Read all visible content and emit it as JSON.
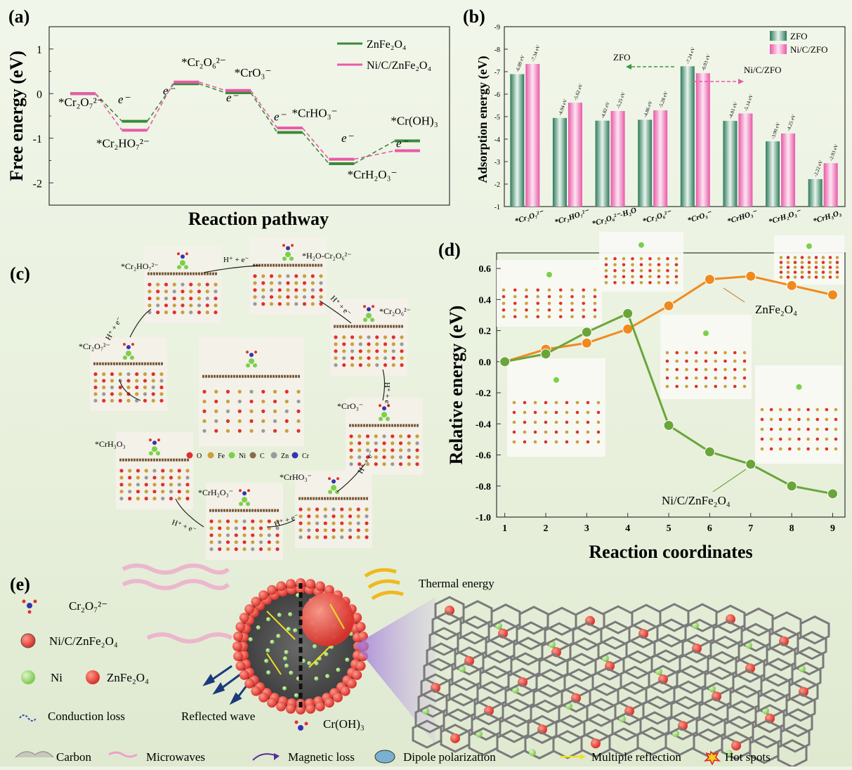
{
  "panel_a": {
    "label": "(a)",
    "legend": [
      {
        "name": "ZnFe₂O₄",
        "color": "#3a8a3a"
      },
      {
        "name": "Ni/C/ZnFe₂O₄",
        "color": "#e85aa8"
      }
    ],
    "state_labels": [
      "*Cr₂O₇²⁻",
      "*Cr₂HO₇²⁻",
      "*Cr₂O₆²⁻",
      "*CrO₃⁻",
      "*CrHO₃⁻",
      "*CrH₂O₃⁻",
      "*Cr(OH)₃"
    ],
    "electron_label": "e⁻"
  },
  "panel_b": {
    "label": "(b)",
    "zfo_callout": "ZFO",
    "nczfo_callout": "Ni/C/ZFO"
  },
  "panel_c": {
    "label": "(c)",
    "intermediates": [
      "*Cr₂O₇²⁻",
      "*Cr₂HO₇²⁻",
      "*H₂O-Cr₂O₆²⁻",
      "*Cr₂O₆²⁻",
      "*CrO₃⁻",
      "*CrHO₃⁻",
      "*CrH₂O₃⁻",
      "*CrH₃O₃"
    ],
    "step_label": "H⁺ + e⁻",
    "atom_legend": [
      {
        "symbol": "O",
        "color": "#e0302e"
      },
      {
        "symbol": "Fe",
        "color": "#c9a03a"
      },
      {
        "symbol": "Ni",
        "color": "#7ccf4a"
      },
      {
        "symbol": "C",
        "color": "#8a6a4a"
      },
      {
        "symbol": "Zn",
        "color": "#9a9a9a"
      },
      {
        "symbol": "Cr",
        "color": "#3434b0"
      }
    ]
  },
  "panel_d": {
    "label": "(d)",
    "zfo_label": "ZnFe₂O₄",
    "nczfo_label": "Ni/C/ZnFe₂O₄"
  },
  "panel_e": {
    "label": "(e)",
    "legend_left": {
      "cr2o7": "Cr₂O₇²⁻",
      "ncz": "Ni/C/ZnFe₂O₄",
      "ni": "Ni",
      "znfe": "ZnFe₂O₄",
      "conduction": "Conduction loss",
      "reflected": "Reflected wave",
      "croh": "Cr(OH)₃",
      "thermal": "Thermal energy"
    },
    "bottom_legend": [
      "Carbon",
      "Microwaves",
      "Magnetic loss",
      "Dipole polarization",
      "Multiple reflection",
      "Hot spots"
    ]
  },
  "chart_data": [
    {
      "type": "line",
      "panel": "a",
      "xlabel": "Reaction pathway",
      "ylabel": "Free energy (eV)",
      "ylim": [
        -2.5,
        1.5
      ],
      "yticks": [
        -2,
        -1,
        0,
        1
      ],
      "categories": [
        "*Cr₂O₇²⁻",
        "*Cr₂HO₇²⁻",
        "*Cr₂O₆²⁻",
        "*CrO₃⁻",
        "*CrHO₃⁻",
        "*CrH₂O₃⁻",
        "*Cr(OH)₃"
      ],
      "series": [
        {
          "name": "ZnFe₂O₄",
          "color": "#3a8a3a",
          "values": [
            0.0,
            -0.62,
            0.22,
            0.02,
            -0.87,
            -1.57,
            -1.06
          ]
        },
        {
          "name": "Ni/C/ZnFe₂O₄",
          "color": "#e85aa8",
          "values": [
            0.0,
            -0.82,
            0.26,
            0.07,
            -0.77,
            -1.47,
            -1.28
          ]
        }
      ],
      "legend": "top-right"
    },
    {
      "type": "bar",
      "panel": "b",
      "ylabel": "Adsorption energy (eV)",
      "ylim": [
        -9,
        -1
      ],
      "ytick_labels": [
        "-9",
        "-8",
        "-7",
        "-6",
        "-5",
        "-4",
        "-3",
        "-2",
        "-1"
      ],
      "categories": [
        "*Cr₂O₇²⁻",
        "*Cr₂HO₇²⁻",
        "*Cr₂O₆²⁻-H₂O",
        "*Cr₂O₆²⁻",
        "*CrO₃⁻",
        "*CrHO₃⁻",
        "*CrH₂O₃⁻",
        "*CrH₃O₃"
      ],
      "series": [
        {
          "name": "ZFO",
          "color": "#4f9a7a",
          "values": [
            -6.89,
            -4.94,
            -4.82,
            -4.86,
            -7.24,
            -4.81,
            -3.9,
            -2.22
          ],
          "labels": [
            "-6.89 eV",
            "-4.94 eV",
            "-4.82 eV",
            "-4.86 eV",
            "-7.24 eV",
            "-4.81 eV",
            "-3.90 eV",
            "-2.22 eV"
          ]
        },
        {
          "name": "Ni/C/ZFO",
          "color": "#f07ab8",
          "values": [
            -7.34,
            -5.62,
            -5.25,
            -5.28,
            -6.93,
            -5.14,
            -4.25,
            -2.93
          ],
          "labels": [
            "-7.34 eV",
            "-5.62 eV",
            "-5.25 eV",
            "-5.28 eV",
            "-6.93 eV",
            "-5.14 eV",
            "-4.25 eV",
            "-2.93 eV"
          ]
        }
      ],
      "legend": "top-right"
    },
    {
      "type": "line",
      "panel": "d",
      "xlabel": "Reaction coordinates",
      "ylabel": "Relative energy (eV)",
      "xlim": [
        0.8,
        9.3
      ],
      "ylim": [
        -1.0,
        0.7
      ],
      "yticks": [
        -1.0,
        -0.8,
        -0.6,
        -0.4,
        -0.2,
        0.0,
        0.2,
        0.4,
        0.6
      ],
      "ytick_labels": [
        "-1.0",
        "-0.8",
        "-0.6",
        "-0.4",
        "-0.2",
        "0.0",
        "0.2",
        "0.4",
        "0.6"
      ],
      "x": [
        1,
        2,
        3,
        4,
        5,
        6,
        7,
        8,
        9
      ],
      "series": [
        {
          "name": "ZnFe₂O₄",
          "color": "#f08a1e",
          "values": [
            0.0,
            0.08,
            0.12,
            0.21,
            0.36,
            0.53,
            0.55,
            0.49,
            0.43
          ]
        },
        {
          "name": "Ni/C/ZnFe₂O₄",
          "color": "#6aa53a",
          "values": [
            0.0,
            0.05,
            0.19,
            0.31,
            -0.41,
            -0.58,
            -0.66,
            -0.8,
            -0.85
          ]
        }
      ]
    }
  ]
}
